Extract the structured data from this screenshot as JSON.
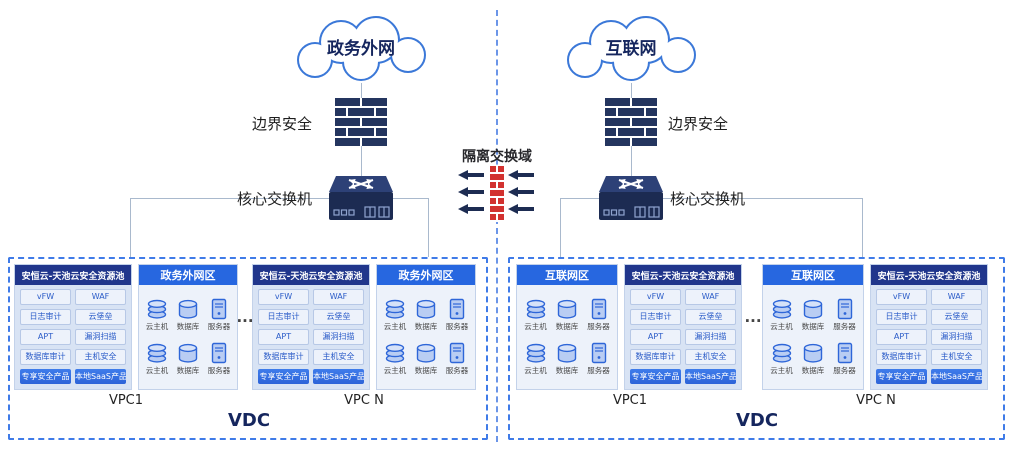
{
  "clouds": {
    "left": "政务外网",
    "right": "互联网"
  },
  "labels": {
    "border_security": "边界安全",
    "core_switch": "核心交换机",
    "isolation": "隔离交换域",
    "vdc": "VDC",
    "ellipsis": "..."
  },
  "pool": {
    "title": "安恒云-天池云安全资源池",
    "items": [
      "vFW",
      "WAF",
      "日志审计",
      "云堡垒",
      "APT",
      "漏洞扫描",
      "数据库审计",
      "主机安全"
    ],
    "buttons": [
      "专享安全产品",
      "本地SaaS产品"
    ]
  },
  "zones": {
    "gov": "政务外网区",
    "internet": "互联网区"
  },
  "servers": [
    "云主机",
    "数据库",
    "服务器"
  ],
  "vpc": {
    "first": "VPC1",
    "nth": "VPC N"
  },
  "colors": {
    "accent": "#2767e0",
    "navy": "#20368c",
    "brick_red": "#d23230",
    "dash_blue": "#3f7be8"
  }
}
